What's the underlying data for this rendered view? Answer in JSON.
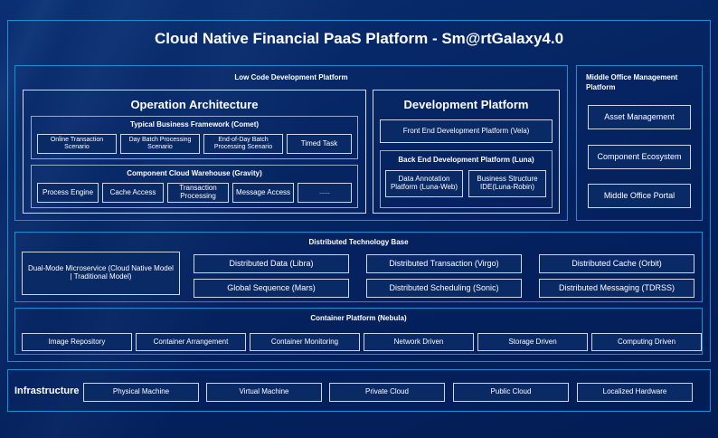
{
  "diagram": {
    "title": "Cloud Native Financial PaaS Platform - Sm@rtGalaxy4.0",
    "colors": {
      "background": "#042058",
      "frame_accent": "#1c8ed6",
      "box_border": "#cfd6e6",
      "box_fill": "#0a2a66",
      "text": "#ffffff"
    },
    "low_code": {
      "title": "Low Code Development Platform",
      "operation_architecture": {
        "title": "Operation Architecture",
        "typical_business_framework": {
          "title": "Typical Business Framework (Comet)",
          "items": [
            "Online Transaction Scenario",
            "Day Batch Processing Scenario",
            "End-of-Day Batch Processing Scenario",
            "Timed Task"
          ]
        },
        "component_cloud_warehouse": {
          "title": "Component Cloud Warehouse (Gravity)",
          "items": [
            "Process Engine",
            "Cache Access",
            "Transaction Processing",
            "Message Access",
            "......"
          ]
        }
      },
      "development_platform": {
        "title": "Development Platform",
        "front_end": "Front End Development Platform (Vela)",
        "back_end": {
          "title": "Back End Development Platform (Luna)",
          "items": [
            "Data Annotation Platform (Luna-Web)",
            "Business Structure IDE(Luna-Robin)"
          ]
        }
      }
    },
    "middle_office": {
      "title": "Middle Office Management Platform",
      "items": [
        "Asset Management",
        "Component Ecosystem",
        "Middle Office Portal"
      ]
    },
    "distributed_technology_base": {
      "title": "Distributed Technology Base",
      "highlight": "Dual-Mode Microservice (Cloud Native Model | Traditional Model)",
      "row1": [
        "Distributed Data (Libra)",
        "Distributed Transaction (Virgo)",
        "Distributed Cache (Orbit)"
      ],
      "row2": [
        "Global Sequence (Mars)",
        "Distributed Scheduling (Sonic)",
        "Distributed Messaging (TDRSS)"
      ]
    },
    "container_platform": {
      "title": "Container Platform (Nebula)",
      "items": [
        "Image Repository",
        "Container Arrangement",
        "Container Monitoring",
        "Network Driven",
        "Storage Driven",
        "Computing Driven"
      ]
    },
    "infrastructure": {
      "label": "Infrastructure",
      "items": [
        "Physical Machine",
        "Virtual Machine",
        "Private Cloud",
        "Public Cloud",
        "Localized Hardware"
      ]
    }
  }
}
